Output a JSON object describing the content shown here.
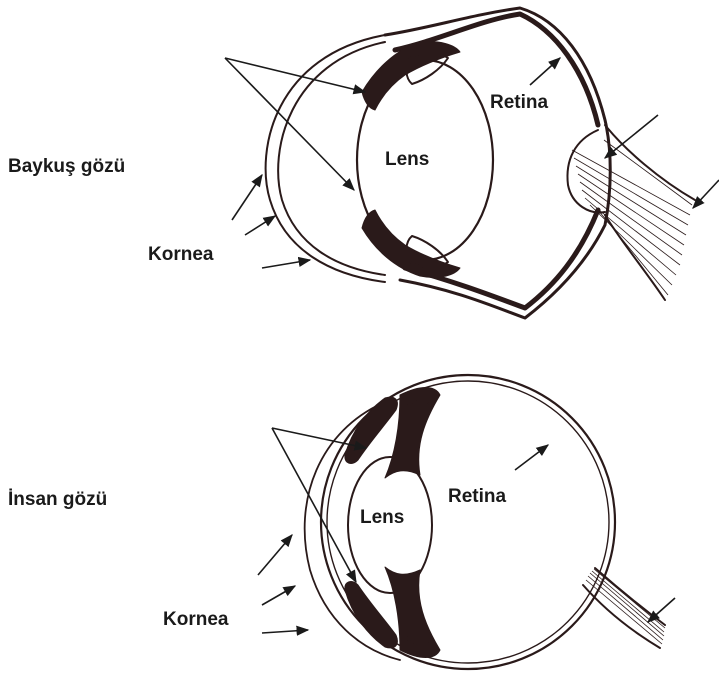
{
  "owl_eye": {
    "title": "Baykuş gözü",
    "lens_label": "Lens",
    "retina_label": "Retina",
    "cornea_label": "Kornea"
  },
  "human_eye": {
    "title": "İnsan gözü",
    "lens_label": "Lens",
    "retina_label": "Retina",
    "cornea_label": "Kornea"
  },
  "colors": {
    "ink": "#2a1a1a",
    "background": "#ffffff"
  }
}
